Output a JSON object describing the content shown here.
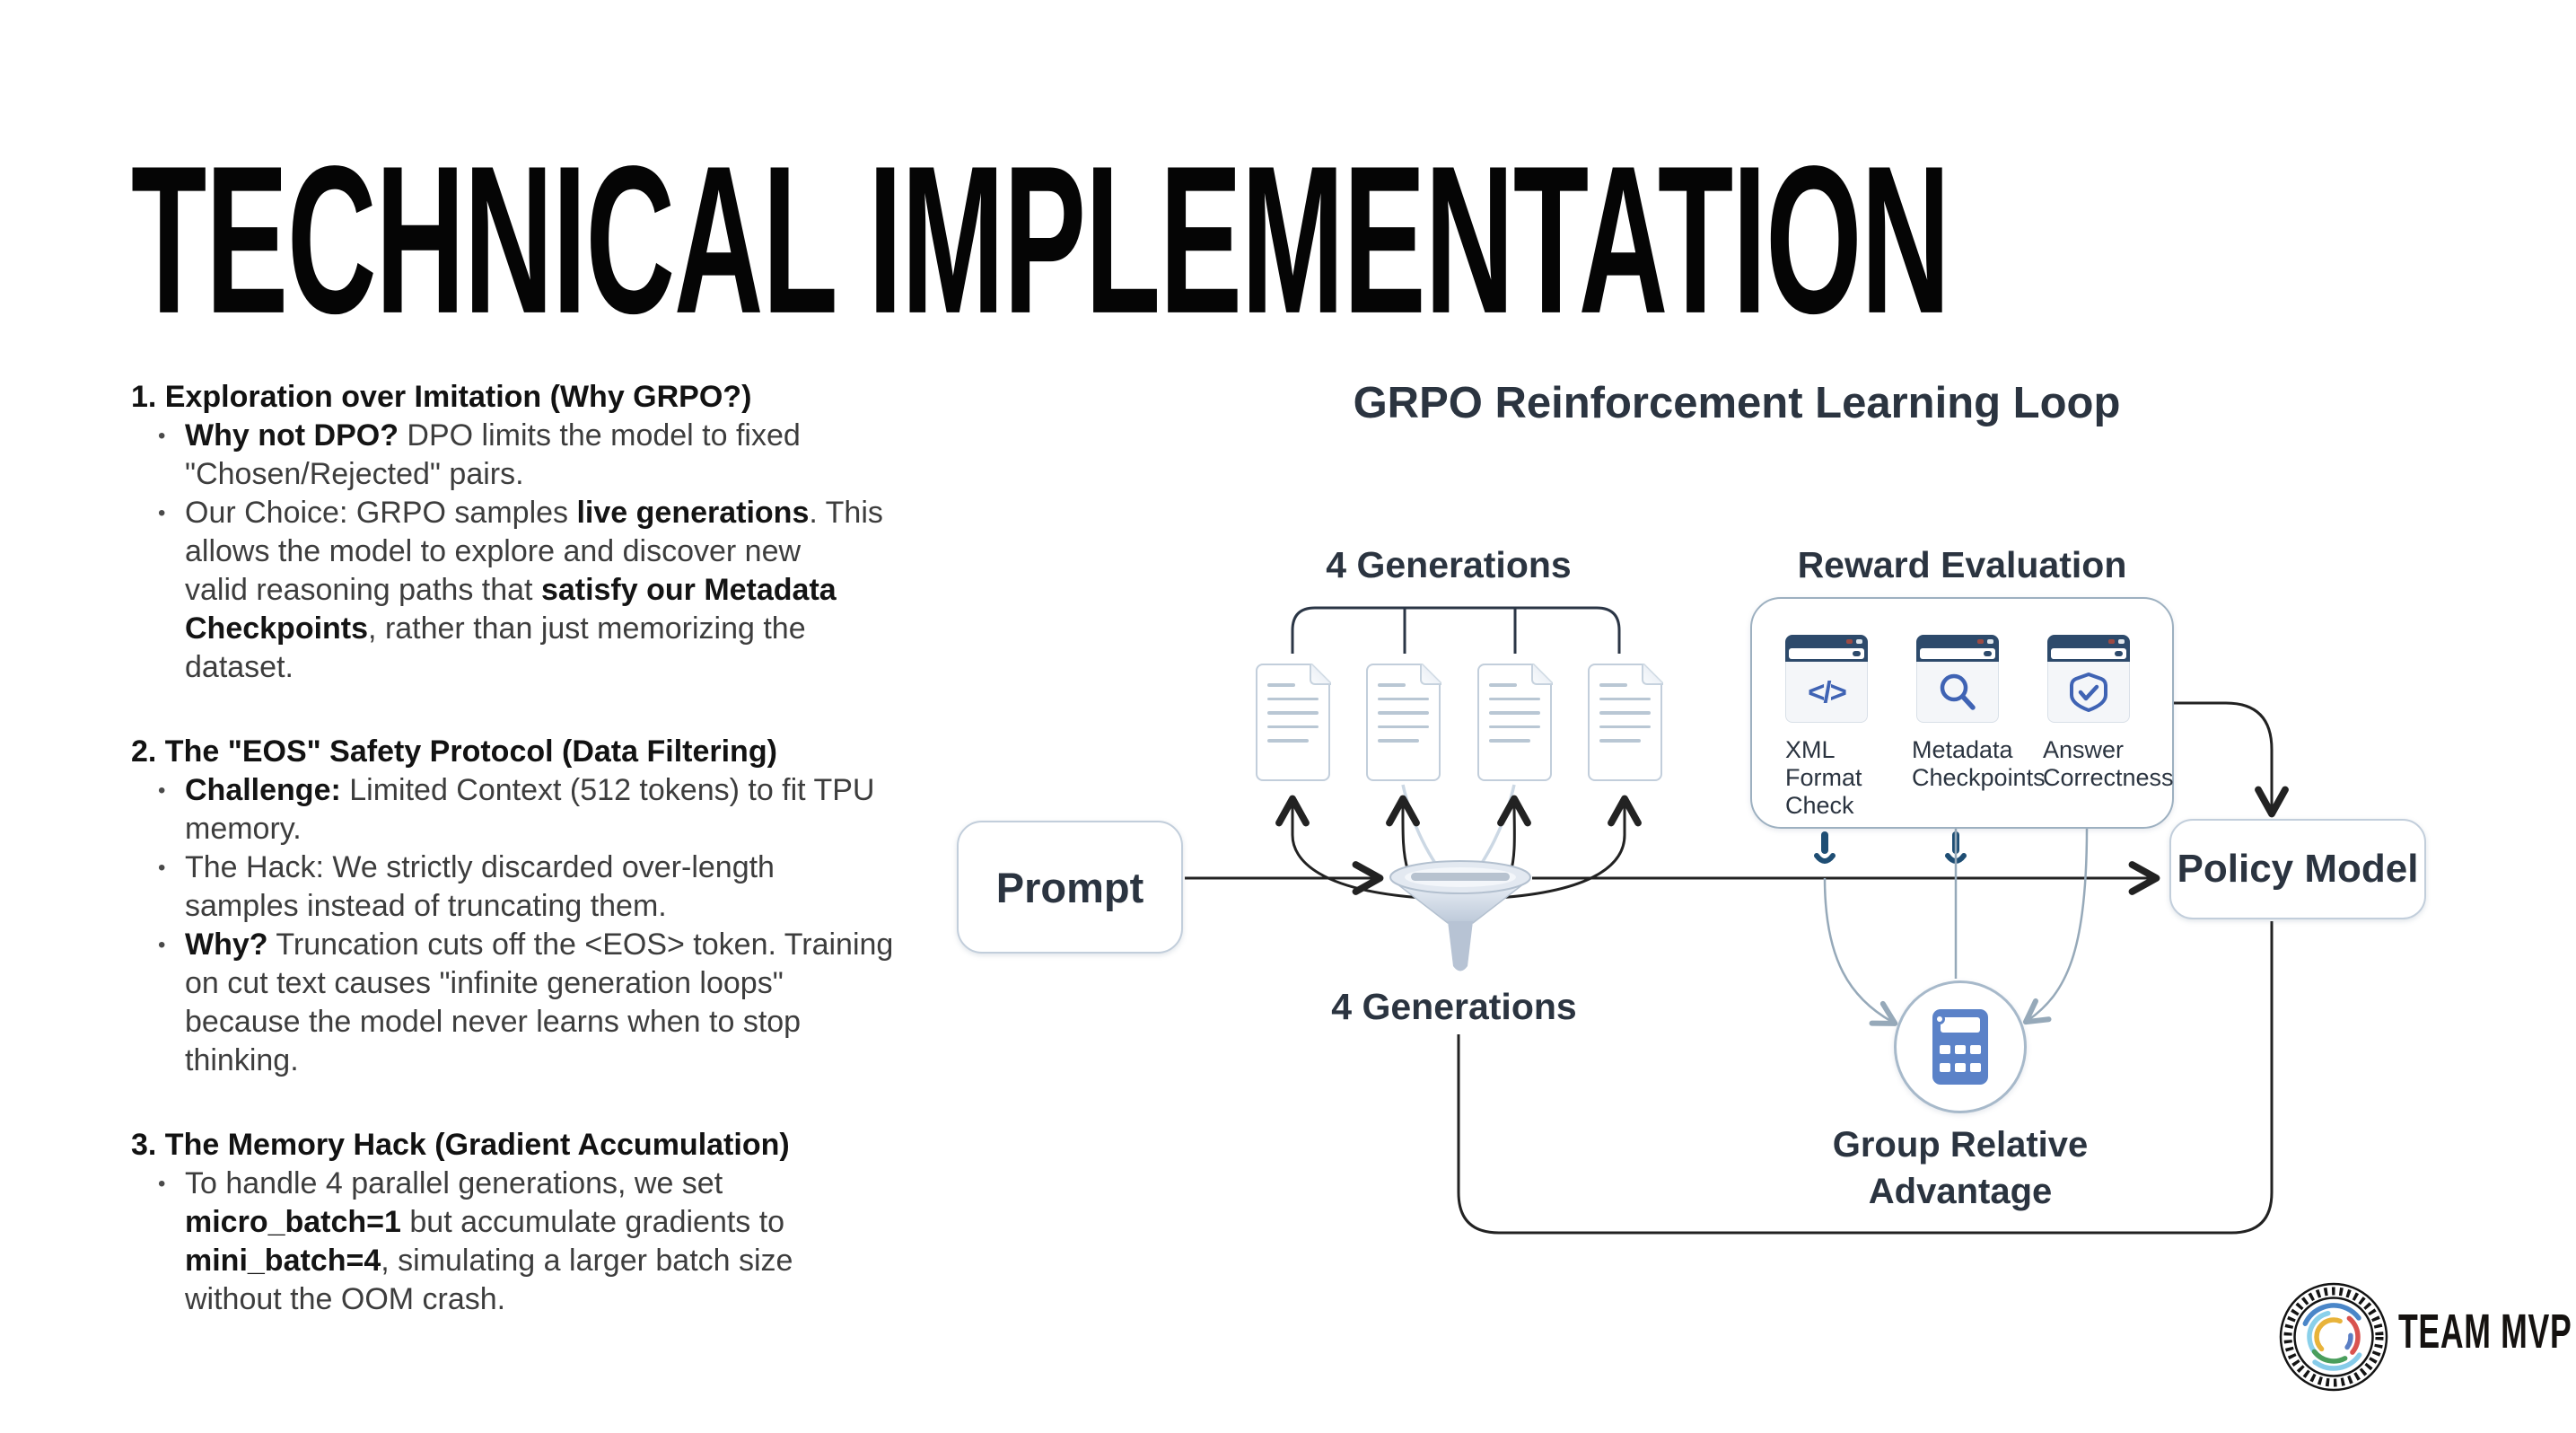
{
  "slide": {
    "title": "TECHNICAL IMPLEMENTATION",
    "sections": [
      {
        "heading": "1. Exploration over Imitation (Why GRPO?)",
        "bullets": [
          {
            "lines": [
              [
                {
                  "t": "Why not DPO?",
                  "b": true
                },
                {
                  "t": " DPO limits the model to fixed",
                  "b": false
                }
              ],
              [
                {
                  "t": "\"Chosen/Rejected\" pairs.",
                  "b": false
                }
              ]
            ]
          },
          {
            "lines": [
              [
                {
                  "t": "Our Choice: GRPO samples ",
                  "b": false
                },
                {
                  "t": "live generations",
                  "b": true
                },
                {
                  "t": ". This",
                  "b": false
                }
              ],
              [
                {
                  "t": "allows the model to explore and discover new",
                  "b": false
                }
              ],
              [
                {
                  "t": "valid reasoning paths that ",
                  "b": false
                },
                {
                  "t": "satisfy our Metadata",
                  "b": true
                }
              ],
              [
                {
                  "t": "Checkpoints",
                  "b": true
                },
                {
                  "t": ", rather than just memorizing the",
                  "b": false
                }
              ],
              [
                {
                  "t": "dataset.",
                  "b": false
                }
              ]
            ]
          }
        ]
      },
      {
        "heading": "2. The \"EOS\" Safety Protocol (Data Filtering)",
        "bullets": [
          {
            "lines": [
              [
                {
                  "t": "Challenge:",
                  "b": true
                },
                {
                  "t": " Limited Context (512 tokens) to fit TPU",
                  "b": false
                }
              ],
              [
                {
                  "t": "memory.",
                  "b": false
                }
              ]
            ]
          },
          {
            "lines": [
              [
                {
                  "t": "The Hack: We strictly discarded over-length",
                  "b": false
                }
              ],
              [
                {
                  "t": "samples instead of truncating them.",
                  "b": false
                }
              ]
            ]
          },
          {
            "lines": [
              [
                {
                  "t": "Why?",
                  "b": true
                },
                {
                  "t": " Truncation cuts off the <EOS> token. Training",
                  "b": false
                }
              ],
              [
                {
                  "t": "on cut text causes \"infinite generation loops\"",
                  "b": false
                }
              ],
              [
                {
                  "t": "because the model never learns when to stop",
                  "b": false
                }
              ],
              [
                {
                  "t": "thinking.",
                  "b": false
                }
              ]
            ]
          }
        ]
      },
      {
        "heading": "3. The Memory Hack (Gradient Accumulation)",
        "bullets": [
          {
            "lines": [
              [
                {
                  "t": "To handle 4 parallel generations, we set",
                  "b": false
                }
              ],
              [
                {
                  "t": "micro_batch=1",
                  "b": true
                },
                {
                  "t": " but accumulate gradients to",
                  "b": false
                }
              ],
              [
                {
                  "t": "mini_batch=4",
                  "b": true
                },
                {
                  "t": ", simulating a larger batch size",
                  "b": false
                }
              ],
              [
                {
                  "t": "without the OOM crash.",
                  "b": false
                }
              ]
            ]
          }
        ]
      }
    ]
  },
  "diagram": {
    "title": "GRPO Reinforcement Learning Loop",
    "generations_label_top": "4 Generations",
    "generations_label_bottom": "4 Generations",
    "reward_label": "Reward Evaluation",
    "prompt_label": "Prompt",
    "policy_label": "Policy Model",
    "gra_label_line1": "Group Relative",
    "gra_label_line2": "Advantage",
    "reward_items": [
      {
        "icon": "code-icon",
        "label": "XML Format Check"
      },
      {
        "icon": "magnifier-icon",
        "label": "Metadata Checkpoints"
      },
      {
        "icon": "shield-check-icon",
        "label": "Answer Correctness"
      }
    ]
  },
  "footer": {
    "brand": "TEAM MVP"
  },
  "colors": {
    "heading_slate": "#2b3440",
    "browser_navy": "#2d4a6b",
    "icon_blue": "#3f63b4",
    "calculator_blue": "#5b82c8",
    "connector_black": "#222222",
    "connector_gray": "#96a9b9",
    "box_border": "#c2cedb"
  }
}
